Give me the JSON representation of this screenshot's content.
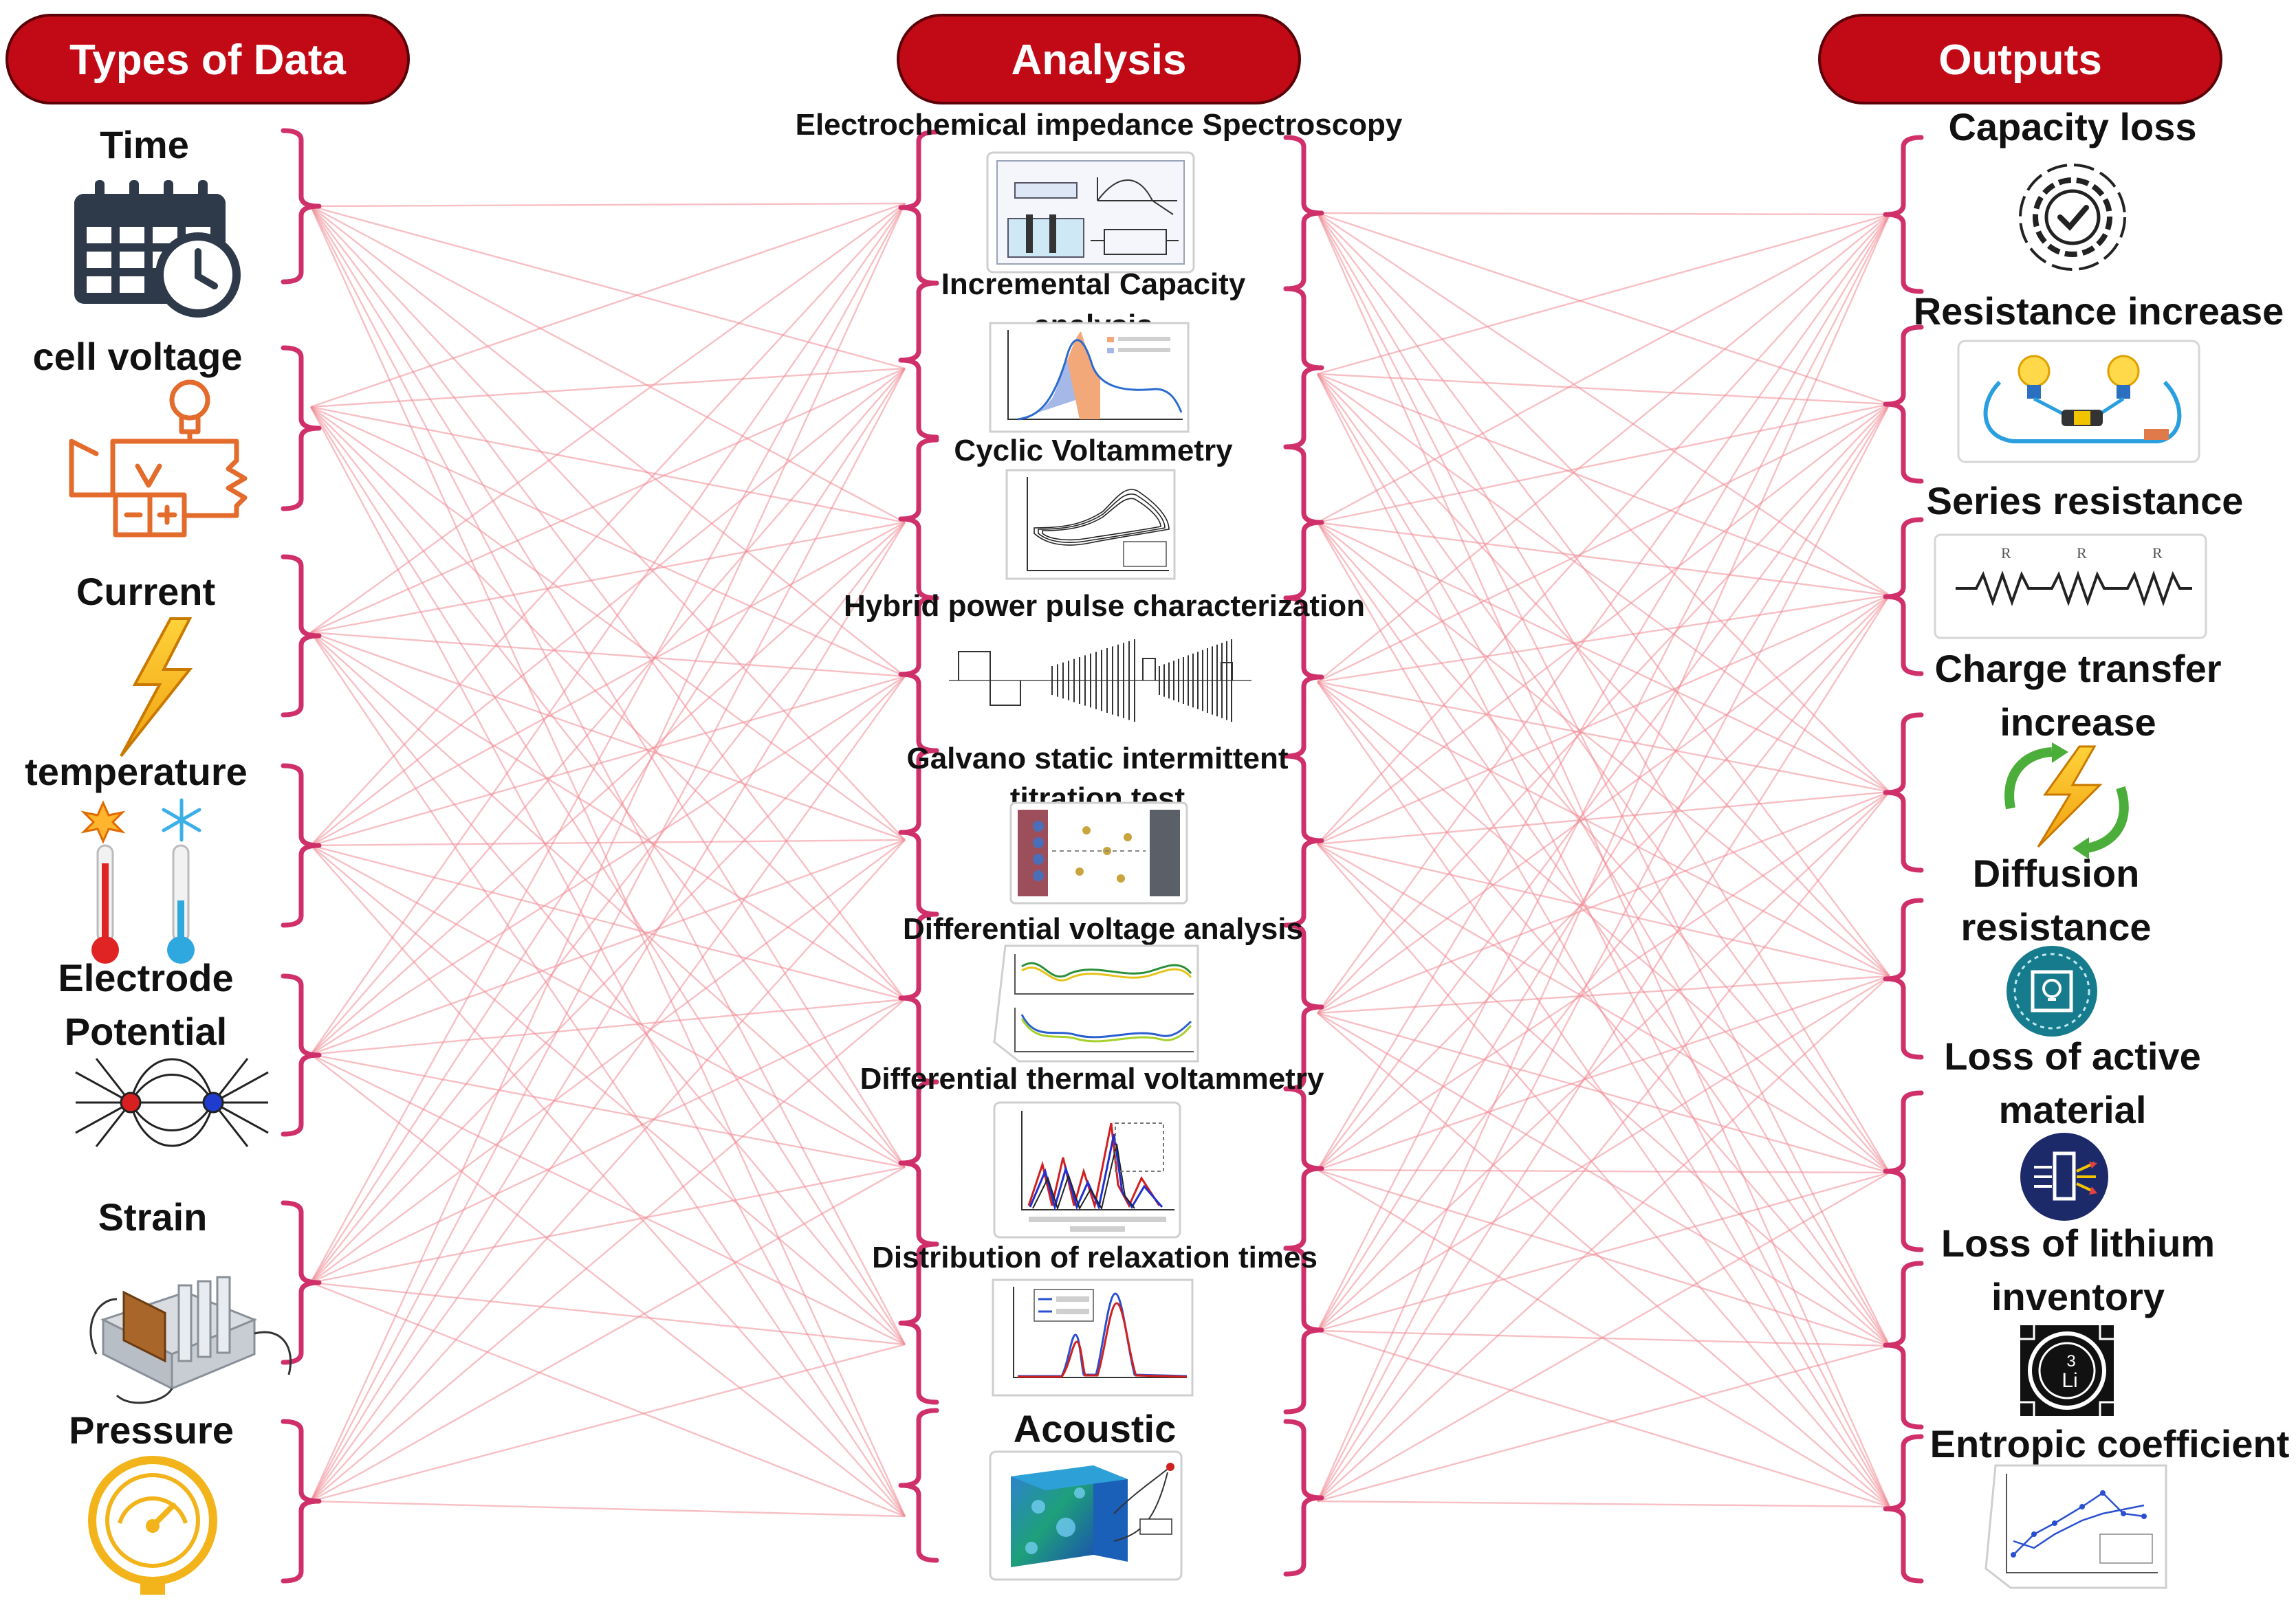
{
  "headers": {
    "left": "Types of Data",
    "middle": "Analysis",
    "right": "Outputs"
  },
  "colors": {
    "header_fill": "#c10a16",
    "connector": "#f08a94",
    "brace": "#d0306a"
  },
  "left_items": [
    {
      "lines": [
        "Time"
      ],
      "icon": "calendar-clock-icon"
    },
    {
      "lines": [
        "cell voltage"
      ],
      "icon": "voltage-circuit-icon"
    },
    {
      "lines": [
        "Current"
      ],
      "icon": "lightning-bolt-icon"
    },
    {
      "lines": [
        "temperature"
      ],
      "icon": "thermometers-hot-cold-icon"
    },
    {
      "lines": [
        "Electrode",
        "Potential"
      ],
      "icon": "electric-field-dipole-icon"
    },
    {
      "lines": [
        "Strain"
      ],
      "icon": "battery-strain-gauge-icon"
    },
    {
      "lines": [
        "Pressure"
      ],
      "icon": "pressure-gauge-icon"
    }
  ],
  "middle_items": [
    {
      "lines": [
        "Electrochemical impedance Spectroscopy"
      ],
      "thumb": "eis-schematic-thumbnail"
    },
    {
      "lines": [
        "Incremental Capacity",
        "analysis"
      ],
      "thumb": "ica-plot-thumbnail"
    },
    {
      "lines": [
        "Cyclic Voltammetry"
      ],
      "thumb": "cv-plot-thumbnail"
    },
    {
      "lines": [
        "Hybrid power pulse characterization"
      ],
      "thumb": "hppc-pulse-thumbnail"
    },
    {
      "lines": [
        "Galvano static intermittent",
        "titration test"
      ],
      "thumb": "gitt-cell-thumbnail"
    },
    {
      "lines": [
        "Differential voltage analysis"
      ],
      "thumb": "dva-plot-thumbnail"
    },
    {
      "lines": [
        "Differential thermal voltammetry"
      ],
      "thumb": "dtv-plot-thumbnail"
    },
    {
      "lines": [
        "Distribution of relaxation times"
      ],
      "thumb": "drt-plot-thumbnail"
    },
    {
      "lines": [
        "Acoustic"
      ],
      "thumb": "acoustic-simulation-thumbnail"
    }
  ],
  "right_items": [
    {
      "lines": [
        "Capacity loss"
      ],
      "icon": "gear-check-icon"
    },
    {
      "lines": [
        "Resistance increase"
      ],
      "icon": "bulb-circuit-icon"
    },
    {
      "lines": [
        "Series resistance"
      ],
      "icon": "resistor-series-icon"
    },
    {
      "lines": [
        "Charge transfer",
        "increase"
      ],
      "icon": "lightning-cycle-icon"
    },
    {
      "lines": [
        "Diffusion",
        "resistance"
      ],
      "icon": "diffusion-badge-icon"
    },
    {
      "lines": [
        "Loss of active",
        "material"
      ],
      "icon": "active-material-badge-icon"
    },
    {
      "lines": [
        "Loss of lithium",
        "inventory"
      ],
      "icon": "lithium-element-icon"
    },
    {
      "lines": [
        "Entropic coefficient"
      ],
      "icon": "entropic-plot-icon"
    }
  ]
}
